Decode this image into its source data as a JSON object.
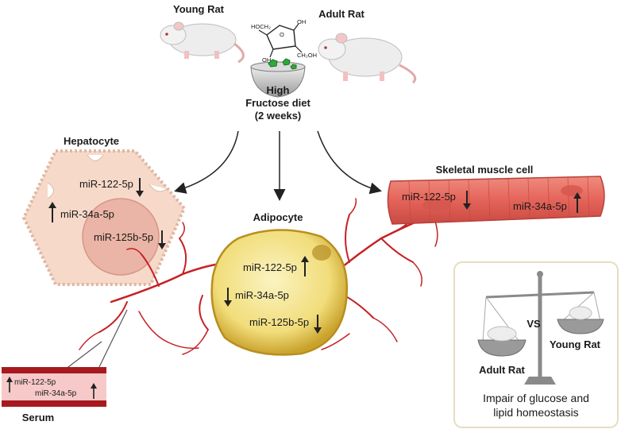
{
  "top": {
    "young_rat": "Young Rat",
    "adult_rat": "Adult Rat",
    "diet_line1": "High",
    "diet_line2": "Fructose diet",
    "diet_line3": "(2 weeks)",
    "fructose": {
      "hoch2": "HOCH₂",
      "o": "O",
      "oh1": "OH",
      "oh2": "OH",
      "ch2oh": "CH₂OH"
    }
  },
  "hepatocyte": {
    "title": "Hepatocyte",
    "mirs": [
      {
        "name": "miR-122-5p",
        "direction": "down"
      },
      {
        "name": "miR-34a-5p",
        "direction": "up"
      },
      {
        "name": "miR-125b-5p",
        "direction": "down"
      }
    ]
  },
  "adipocyte": {
    "title": "Adipocyte",
    "mirs": [
      {
        "name": "miR-122-5p",
        "direction": "up"
      },
      {
        "name": "miR-34a-5p",
        "direction": "down"
      },
      {
        "name": "miR-125b-5p",
        "direction": "down"
      }
    ]
  },
  "muscle": {
    "title": "Skeletal muscle cell",
    "mirs": [
      {
        "name": "miR-122-5p",
        "direction": "down"
      },
      {
        "name": "miR-34a-5p",
        "direction": "up"
      }
    ]
  },
  "serum": {
    "title": "Serum",
    "mirs": [
      {
        "name": "miR-122-5p",
        "direction": "up"
      },
      {
        "name": "miR-34a-5p",
        "direction": "up"
      }
    ]
  },
  "comparison": {
    "vs": "VS",
    "left_label": "Adult Rat",
    "right_label": "Young Rat",
    "caption_line1": "Impair of glucose and",
    "caption_line2": "lipid homeostasis"
  },
  "colors": {
    "vessel": "#c62024",
    "hepatocyte_fill": "#f6d9c9",
    "adipocyte_fill": "#f2e08a",
    "muscle_fill": "#e9756a",
    "serum_fill": "#f7c9c9",
    "panel_border": "#e7dcc3"
  }
}
